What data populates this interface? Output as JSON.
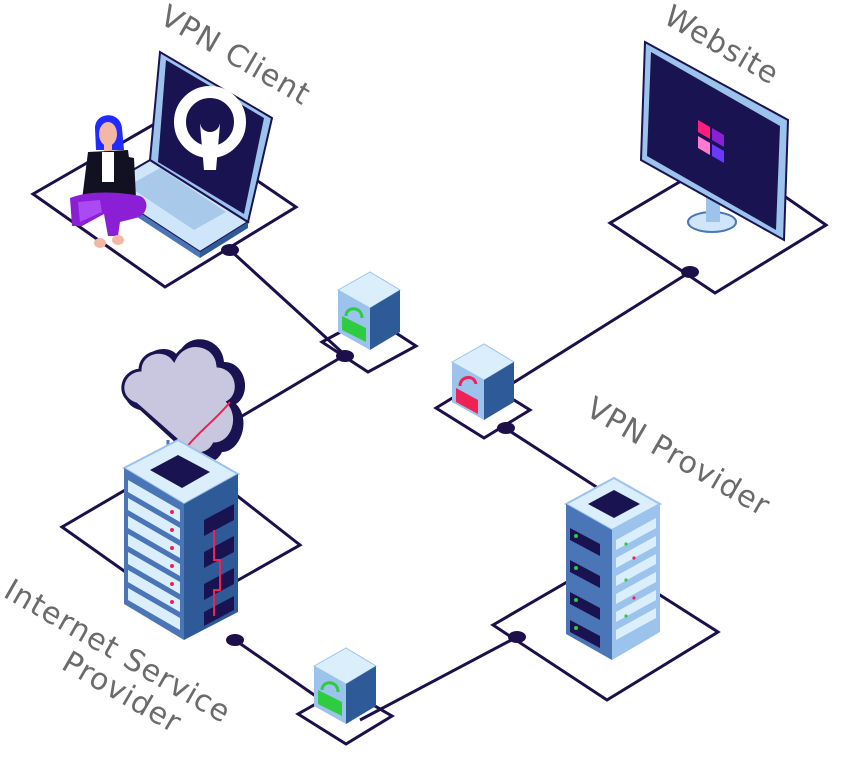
{
  "labels": {
    "vpn_client": "VPN Client",
    "website": "Website",
    "vpn_provider": "VPN Provider",
    "isp_line1": "Internet Service",
    "isp_line2": "Provider"
  },
  "colors": {
    "line": "#1c0f4a",
    "navy": "#1a1352",
    "steel": "#4a76b8",
    "steel_light": "#9cc3ec",
    "ice": "#dbeefc",
    "lock_green": "#2ecc40",
    "lock_red": "#ee2255",
    "purple": "#8a1fd6",
    "cloud": "#c9c7df"
  },
  "icons": [
    "laptop-icon",
    "person-icon",
    "cloud-icon",
    "server-rack-icon",
    "monitor-icon",
    "lock-icon"
  ]
}
